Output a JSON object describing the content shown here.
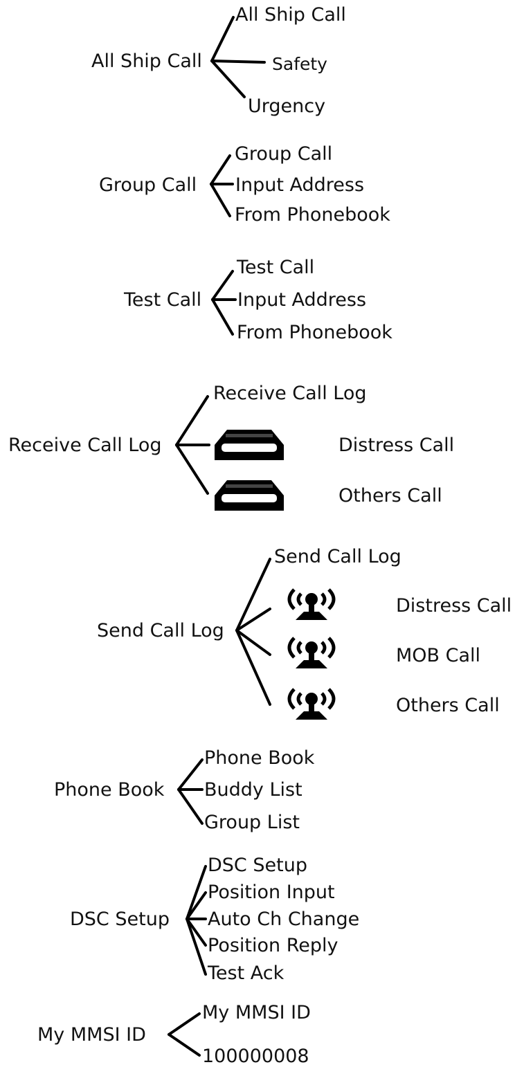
{
  "menus": {
    "all_ship_call": {
      "root": "All Ship Call",
      "items": [
        "All Ship Call",
        "Safety",
        "Urgency"
      ]
    },
    "group_call": {
      "root": "Group Call",
      "items": [
        "Group Call",
        "Input Address",
        "From Phonebook"
      ]
    },
    "test_call": {
      "root": "Test Call",
      "items": [
        "Test Call",
        "Input Address",
        "From Phonebook"
      ]
    },
    "receive_call_log": {
      "root": "Receive Call Log",
      "items": [
        "Receive Call Log",
        "Distress Call",
        "Others Call"
      ],
      "item_icons": [
        "",
        "inbox-tray-icon",
        "inbox-tray-icon"
      ]
    },
    "send_call_log": {
      "root": "Send Call Log",
      "items": [
        "Send Call Log",
        "Distress Call",
        "MOB Call",
        "Others Call"
      ],
      "item_icons": [
        "",
        "broadcast-antenna-icon",
        "broadcast-antenna-icon",
        "broadcast-antenna-icon"
      ]
    },
    "phone_book": {
      "root": "Phone Book",
      "items": [
        "Phone Book",
        "Buddy List",
        "Group List"
      ]
    },
    "dsc_setup": {
      "root": "DSC Setup",
      "items": [
        "DSC Setup",
        "Position Input",
        "Auto Ch Change",
        "Position Reply",
        "Test Ack"
      ]
    },
    "my_mmsi_id": {
      "root": "My MMSI ID",
      "items": [
        "My MMSI ID",
        "100000008"
      ]
    }
  },
  "colors": {
    "text": "#111111",
    "lines": "#000000",
    "background": "#ffffff"
  }
}
